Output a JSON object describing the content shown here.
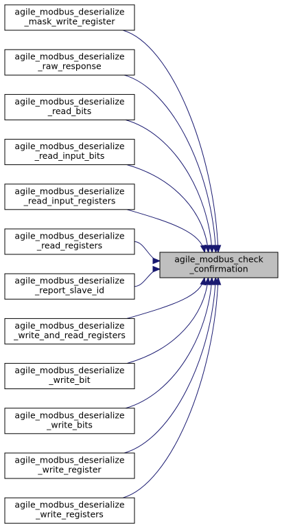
{
  "target": {
    "name": "agile_modbus_check_confirmation",
    "lines": [
      "agile_modbus_check",
      "_confirmation"
    ]
  },
  "callers": [
    {
      "name": "agile_modbus_deserialize_mask_write_register",
      "lines": [
        "agile_modbus_deserialize",
        "_mask_write_register"
      ]
    },
    {
      "name": "agile_modbus_deserialize_raw_response",
      "lines": [
        "agile_modbus_deserialize",
        "_raw_response"
      ]
    },
    {
      "name": "agile_modbus_deserialize_read_bits",
      "lines": [
        "agile_modbus_deserialize",
        "_read_bits"
      ]
    },
    {
      "name": "agile_modbus_deserialize_read_input_bits",
      "lines": [
        "agile_modbus_deserialize",
        "_read_input_bits"
      ]
    },
    {
      "name": "agile_modbus_deserialize_read_input_registers",
      "lines": [
        "agile_modbus_deserialize",
        "_read_input_registers"
      ]
    },
    {
      "name": "agile_modbus_deserialize_read_registers",
      "lines": [
        "agile_modbus_deserialize",
        "_read_registers"
      ]
    },
    {
      "name": "agile_modbus_deserialize_report_slave_id",
      "lines": [
        "agile_modbus_deserialize",
        "_report_slave_id"
      ]
    },
    {
      "name": "agile_modbus_deserialize_write_and_read_registers",
      "lines": [
        "agile_modbus_deserialize",
        "_write_and_read_registers"
      ]
    },
    {
      "name": "agile_modbus_deserialize_write_bit",
      "lines": [
        "agile_modbus_deserialize",
        "_write_bit"
      ]
    },
    {
      "name": "agile_modbus_deserialize_write_bits",
      "lines": [
        "agile_modbus_deserialize",
        "_write_bits"
      ]
    },
    {
      "name": "agile_modbus_deserialize_write_register",
      "lines": [
        "agile_modbus_deserialize",
        "_write_register"
      ]
    },
    {
      "name": "agile_modbus_deserialize_write_registers",
      "lines": [
        "agile_modbus_deserialize",
        "_write_registers"
      ]
    }
  ],
  "colors": {
    "edge": "#191970",
    "target_fill": "#bfbfbf",
    "node_fill": "#ffffff",
    "node_stroke": "#000000"
  }
}
